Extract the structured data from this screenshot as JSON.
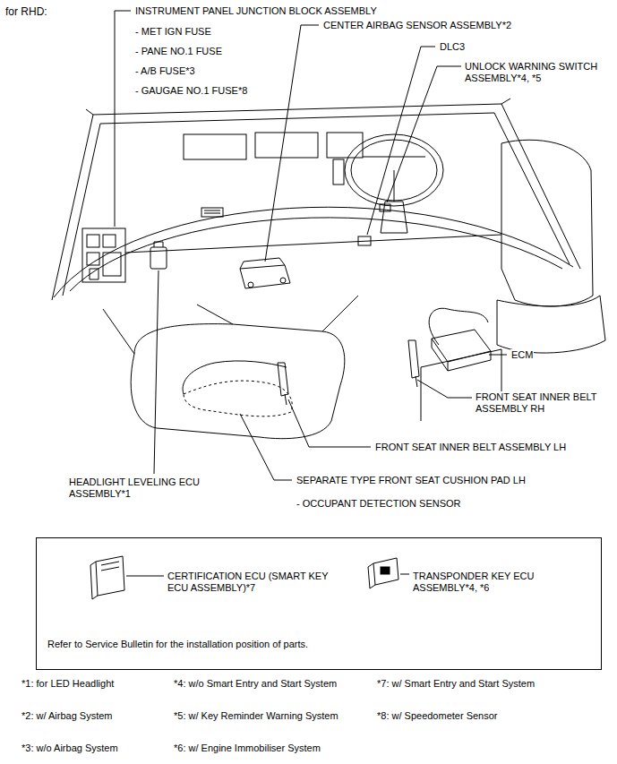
{
  "diagram": {
    "title": "for RHD:",
    "nodes": [
      {
        "text": [
          "CERTIFICATION ECU (SMART KEY ECU ASSEMBLY)*7",
          "TRANSPONDER KEY ECU ASSEMBLY*4, *6",
          "Refer to Service Bulletin for the installation position of parts."
        ]
      }
    ],
    "labels": [
      "INSTRUMENT PANEL JUNCTION BLOCK ASSEMBLY",
      "- MET IGN FUSE",
      "- PANE NO.1 FUSE",
      "- A/B FUSE*3",
      "- GAUGAE NO.1 FUSE*8",
      "CENTER AIRBAG SENSOR ASSEMBLY*2",
      "DLC3",
      "UNLOCK WARNING SWITCH ASSEMBLY*4, *5",
      "ECM",
      "FRONT SEAT INNER BELT ASSEMBLY RH",
      "FRONT SEAT INNER BELT ASSEMBLY LH",
      "HEADLIGHT LEVELING ECU ASSEMBLY*1",
      "SEPARATE TYPE FRONT SEAT CUSHION PAD LH",
      "- OCCUPANT DETECTION SENSOR",
      "*1: for LED Headlight",
      "*4: w/o Smart Entry and Start System",
      "*7: w/ Smart Entry and Start System",
      "*2: w/ Airbag System",
      "*5: w/ Key Reminder Warning System",
      "*8: w/ Speedometer Sensor",
      "*3: w/o Airbag System",
      "*6: w/ Engine Immobiliser System"
    ]
  }
}
